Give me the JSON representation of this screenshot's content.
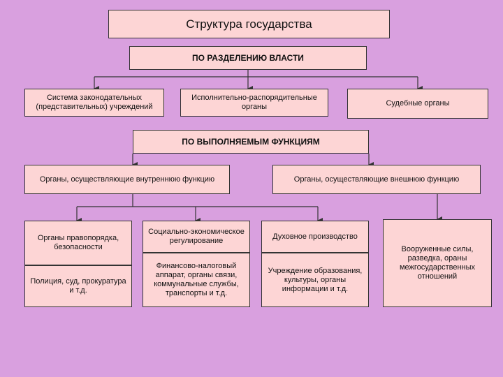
{
  "title": "Структура государства",
  "by_power": {
    "heading": "ПО РАЗДЕЛЕНИЮ ВЛАСТИ",
    "legislative": "Система законодательных (представительных) учреждений",
    "executive": "Исполнительно-распорядительные органы",
    "judicial": "Судебные органы"
  },
  "by_function": {
    "heading": "ПО ВЫПОЛНЯЕМЫМ ФУНКЦИЯМ",
    "internal": "Органы, осуществляющие внутреннюю функцию",
    "external": "Органы, осуществляющие внешнюю функцию"
  },
  "internal_groups": [
    {
      "title": "Органы правопорядка, безопасности",
      "detail": "Полиция, суд, прокуратура и т.д."
    },
    {
      "title": "Социально-экономическое регулирование",
      "detail": "Финансово-налоговый аппарат, органы связи, коммунальные службы, транспорты и т.д."
    },
    {
      "title": "Духовное производство",
      "detail": "Учреждение образования, культуры, органы информации и т.д."
    }
  ],
  "external_group": "Вооруженные силы, разведка, ораны межгосударственных отношений"
}
